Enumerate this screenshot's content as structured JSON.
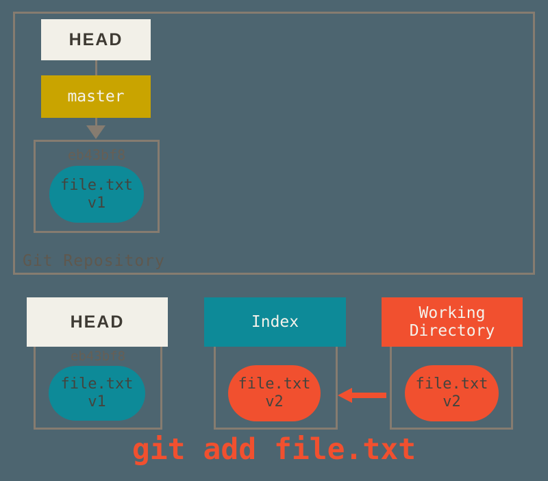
{
  "colors": {
    "bg": "#4d6570",
    "line": "#867c70",
    "cream": "#f2f0e8",
    "cream_text": "#3e3a33",
    "gold": "#c9a400",
    "teal": "#0d8a98",
    "red": "#f1502f",
    "white_text": "#f4f2eb",
    "hash": "#665f55",
    "repo_label": "#5f584e",
    "blob_text": "#44443e"
  },
  "repo": {
    "label": "Git Repository",
    "head": "HEAD",
    "branch": "master",
    "commit_hash": "eb43bf8",
    "blob_name": "file.txt",
    "blob_version": "v1"
  },
  "bottom": {
    "head": {
      "header": "HEAD",
      "hash": "eb43bf8",
      "blob_name": "file.txt",
      "blob_version": "v1"
    },
    "index": {
      "header": "Index",
      "blob_name": "file.txt",
      "blob_version": "v2"
    },
    "working_directory": {
      "header_line1": "Working",
      "header_line2": "Directory",
      "blob_name": "file.txt",
      "blob_version": "v2"
    }
  },
  "caption": "git add file.txt"
}
